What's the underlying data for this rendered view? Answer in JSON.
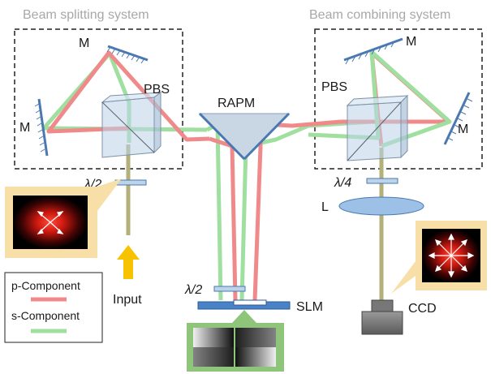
{
  "systems": {
    "splitting": "Beam splitting system",
    "combining": "Beam combining system"
  },
  "labels": {
    "m_split_top": "M",
    "m_split_left": "M",
    "pbs_split": "PBS",
    "half_wave_input": "λ/2",
    "input": "Input",
    "rapm": "RAPM",
    "half_wave_slm": "λ/2",
    "slm": "SLM",
    "m_comb_top": "M",
    "m_comb_right": "M",
    "pbs_comb": "PBS",
    "quarter_wave": "λ/4",
    "lens": "L",
    "ccd": "CCD"
  },
  "legend": {
    "p_component": "p-Component",
    "s_component": "s-Component"
  },
  "colors": {
    "p_beam": "#f08a8a",
    "s_beam": "#9fdf9f",
    "combined_beam": "#b4b07a",
    "mirror": "#4a78b0",
    "optic_fill": "#bcd4ea",
    "prism": "#c9d6e3",
    "input_arrow": "#f7c200",
    "callout": "#f7dfa7",
    "slm_callout": "#8fc57a",
    "system_frame": "#222222"
  },
  "icons": {
    "input_arrow": "arrow-up-icon",
    "input_pattern": "radial-polarization-icon",
    "output_pattern": "radial-polarization-icon",
    "slm_pattern": "phase-mask-icon"
  }
}
